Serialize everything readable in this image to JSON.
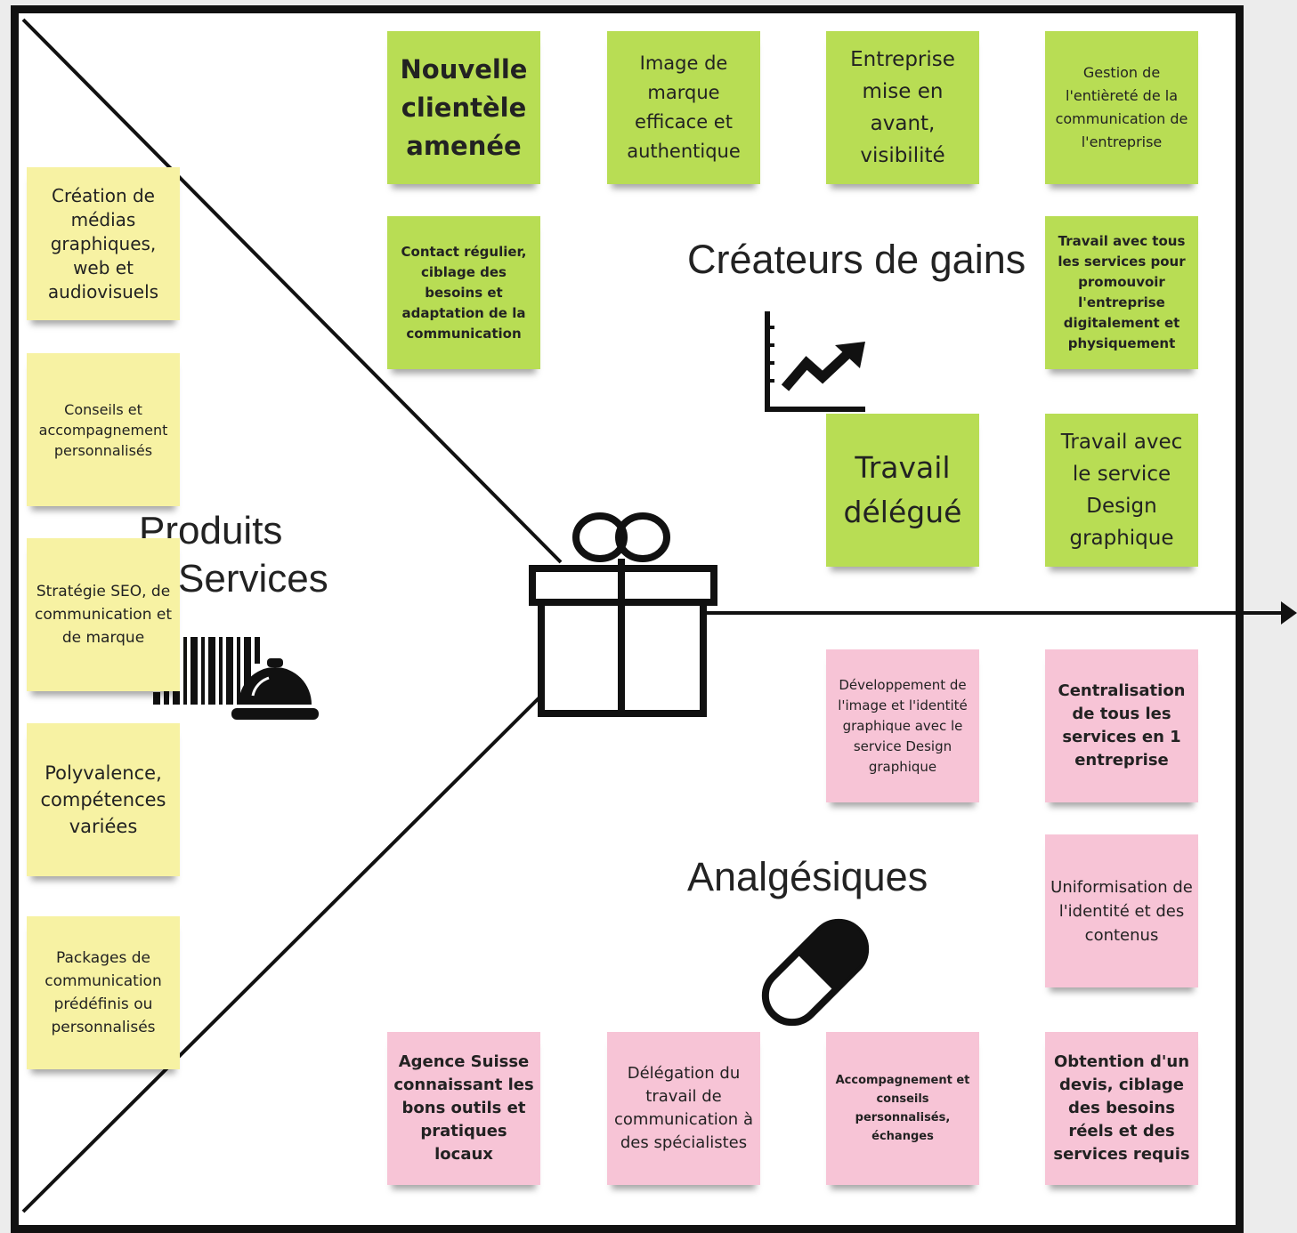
{
  "sections": {
    "products_line1": "Produits",
    "products_line2": "Services",
    "gains": "Créateurs de gains",
    "pains": "Analgésiques"
  },
  "products": [
    "Création de médias graphiques, web et audiovisuels",
    "Conseils et accompagnement personnalisés",
    "Stratégie SEO, de communication et de marque",
    "Polyvalence, compétences variées",
    "Packages de communication prédéfinis ou personnalisés"
  ],
  "gains": [
    "Nouvelle clientèle amenée",
    "Image de marque efficace et authentique",
    "Entreprise mise en avant, visibilité",
    "Gestion de l'entièreté de la communication de l'entreprise",
    "Contact régulier, ciblage des besoins et adaptation de la communication",
    "Travail avec tous les services pour promouvoir l'entreprise digitalement et physiquement",
    "Travail délégué",
    "Travail avec le service Design graphique"
  ],
  "pains": [
    "Développement de l'image et l'identité graphique avec le service Design graphique",
    "Centralisation de tous les services en 1 entreprise",
    "Uniformisation de l'identité et des contenus",
    "Agence Suisse connaissant les bons outils et pratiques locaux",
    "Délégation du travail de communication à des spécialistes",
    "Accompagnement et conseils personnalisés, échanges",
    "Obtention d'un devis, ciblage des besoins réels et des services requis"
  ],
  "icons": {
    "gift": "gift-icon",
    "chart": "growth-chart-icon",
    "pill": "pill-icon",
    "barcode": "barcode-icon",
    "service_bell": "service-bell-icon"
  },
  "colors": {
    "yellow_note": "#f7f2a3",
    "green_note": "#b8dd54",
    "pink_note": "#f7c4d6"
  }
}
